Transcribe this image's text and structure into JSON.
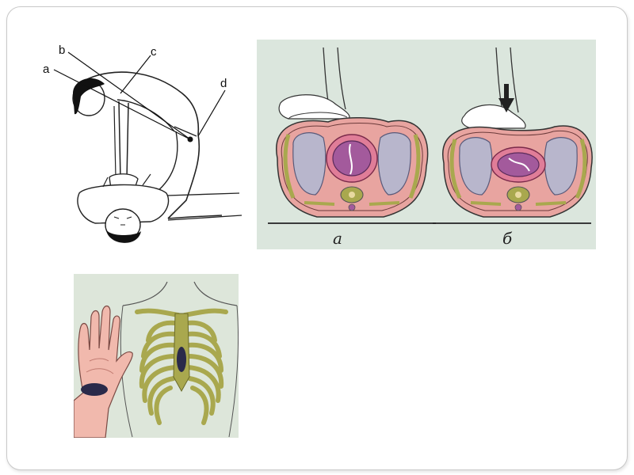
{
  "cpr_figure": {
    "labels": [
      "a",
      "b",
      "c",
      "d"
    ]
  },
  "chest_figure": {
    "background": "#dbe6dd",
    "panels": [
      {
        "label": "а"
      },
      {
        "label": "б"
      }
    ]
  },
  "hand_figure": {
    "background": "#dde6da"
  },
  "icons": [
    "arrow-down-icon"
  ],
  "colors": {
    "tissue": "#e8a4a0",
    "heart": "#a35a9c",
    "bone": "#a9a84e",
    "lung": "#b8b6cc",
    "palm_mark": "#2a2a4a",
    "skin": "#f1b9ad"
  }
}
